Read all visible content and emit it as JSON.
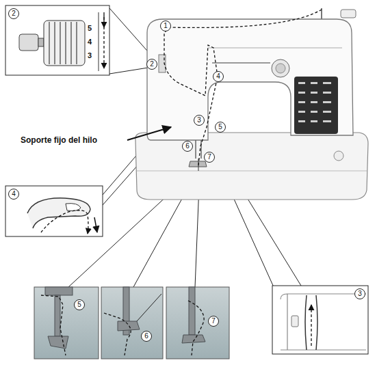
{
  "diagram": {
    "labels": [
      "Soporte fijo del hilo",
      "2",
      "5",
      "4",
      "3",
      "1",
      "2",
      "4",
      "3",
      "5",
      "6",
      "7",
      "4",
      "3",
      "5",
      "6",
      "7"
    ]
  }
}
